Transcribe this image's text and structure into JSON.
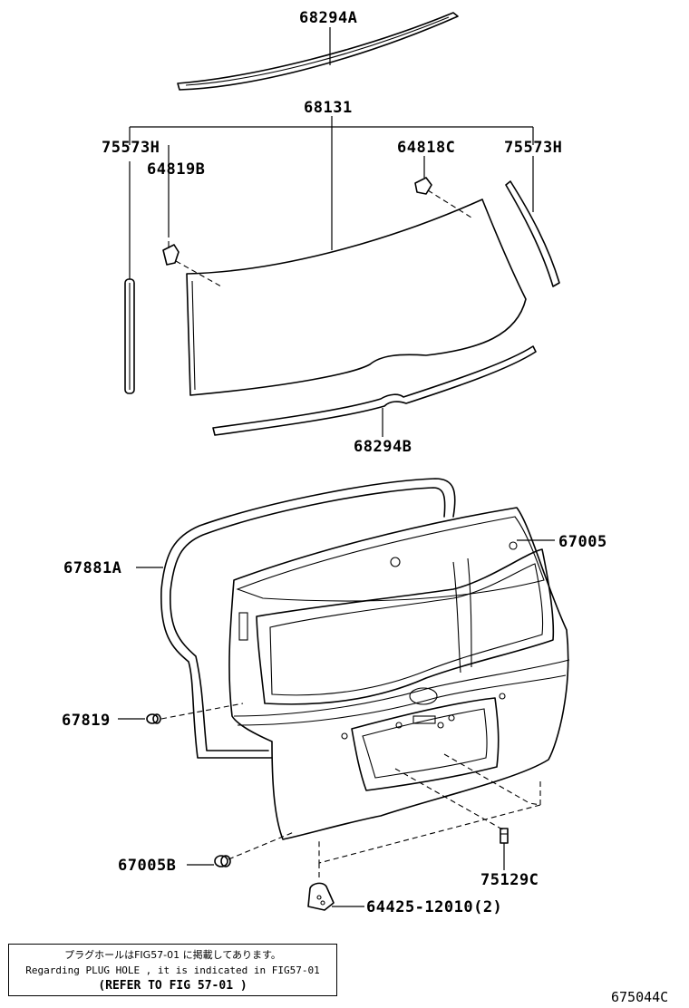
{
  "labels": {
    "p68294A": "68294A",
    "p68131": "68131",
    "p75573H_left": "75573H",
    "p64819B": "64819B",
    "p64818C": "64818C",
    "p75573H_right": "75573H",
    "p68294B": "68294B",
    "p67005": "67005",
    "p67881A": "67881A",
    "p67819": "67819",
    "p67005B": "67005B",
    "p75129C": "75129C",
    "p64425": "64425-12010(2)"
  },
  "note": {
    "line1": "プラグホールはFIG57-01 に掲載してあります。",
    "line2": "Regarding PLUG HOLE , it is indicated in FIG57-01",
    "line3": "(REFER TO FIG  57-01 )"
  },
  "figure_code": "675044C"
}
